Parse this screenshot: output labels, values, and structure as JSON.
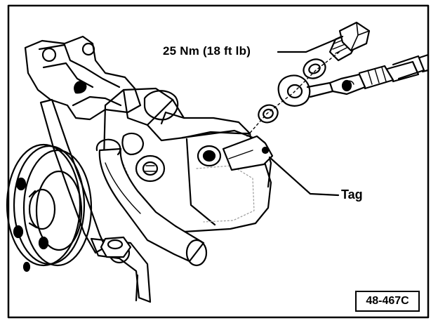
{
  "figure": {
    "torque_label": "25 Nm (18 ft lb)",
    "tag_label": "Tag",
    "figure_id": "48-467C"
  },
  "colors": {
    "ink": "#000000",
    "paper": "#ffffff",
    "shade": "#9a9a9a"
  },
  "parts": [
    "pump-pulley-icon",
    "mounting-bracket-icon",
    "power-steering-pump-icon",
    "hose-icon",
    "banjo-bolt-icon",
    "sealing-washer-icon",
    "banjo-fitting-icon",
    "pressure-line-icon",
    "identification-tag-icon"
  ]
}
